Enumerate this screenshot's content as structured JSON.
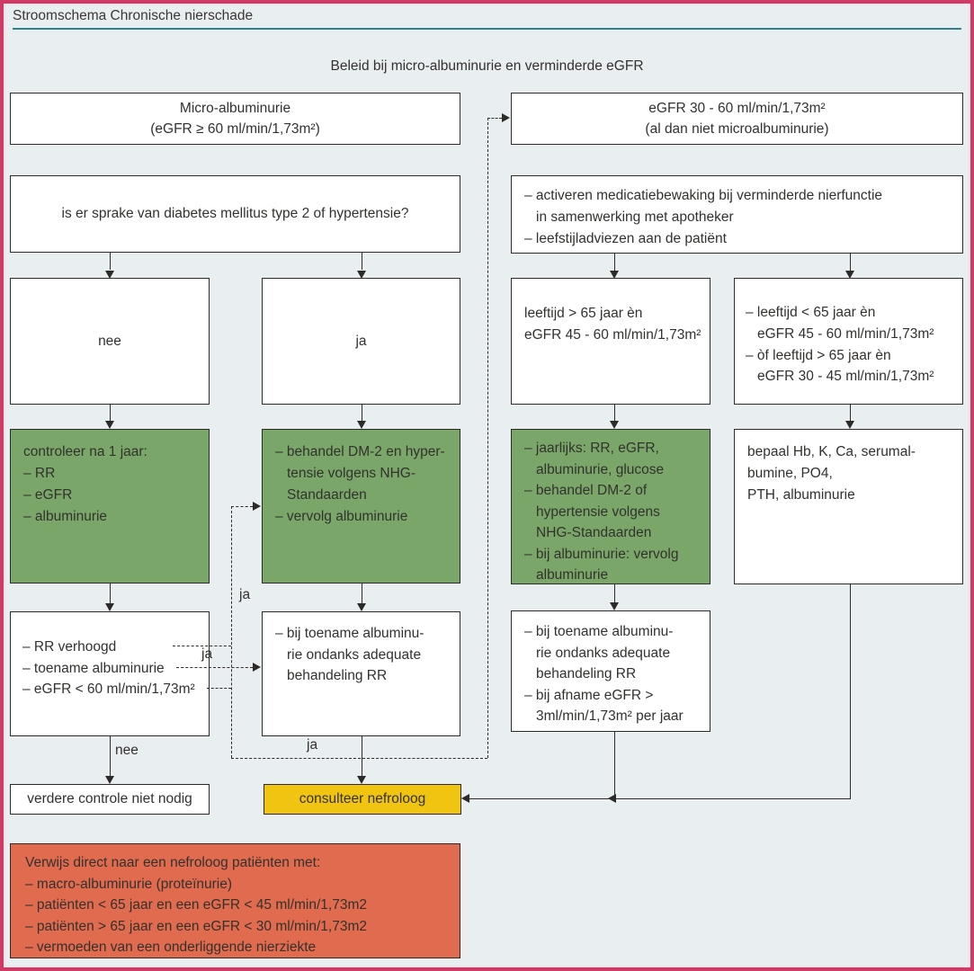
{
  "page": {
    "header_title": "Stroomschema Chronische nierschade",
    "chart_title": "Beleid bij micro-albuminurie en verminderde eGFR"
  },
  "labels": {
    "ja_vervolg": "ja",
    "ja_toename": "ja",
    "ja_egfr": "ja",
    "nee_controle": "nee"
  },
  "left": {
    "header": {
      "l1": "Micro-albuminurie",
      "l2": "(eGFR ≥ 60 ml/min/1,73m²)"
    },
    "question": "is er sprake van diabetes mellitus type 2 of hypertensie?",
    "nee": "nee",
    "ja": "ja",
    "controleer": {
      "lines": [
        "controleer na 1 jaar:",
        "– RR",
        "– eGFR",
        "– albuminurie"
      ]
    },
    "behandel": {
      "lines": [
        "– behandel DM-2 en hyper-",
        "tensie volgens NHG-",
        "Standaarden",
        "– vervolg albuminurie"
      ]
    },
    "bevindingen": {
      "lines": [
        "– RR verhoogd",
        "– toename albuminurie",
        "– eGFR < 60 ml/min/1,73m²"
      ]
    },
    "toename": {
      "lines": [
        "– bij toename albuminu-",
        "rie ondanks adequate",
        "behandeling RR"
      ]
    },
    "verdere": "verdere controle niet nodig",
    "consulteer": "consulteer nefroloog",
    "verwijs": {
      "lines": [
        "Verwijs direct naar een nefroloog patiënten met:",
        "– macro-albuminurie (proteïnurie)",
        "– patiënten < 65 jaar en een eGFR < 45 ml/min/1,73m2",
        "– patiënten > 65 jaar en een eGFR < 30 ml/min/1,73m2",
        "– vermoeden van een onderliggende nierziekte"
      ]
    }
  },
  "right": {
    "header": {
      "l1": "eGFR 30 - 60 ml/min/1,73m²",
      "l2": "(al dan niet microalbuminurie)"
    },
    "maatregelen": {
      "lines": [
        "– activeren medicatiebewaking bij verminderde nierfunctie",
        "in samenwerking met apotheker",
        "– leefstijladviezen aan de patiënt"
      ]
    },
    "cond_65plus": {
      "lines": [
        "leeftijd > 65 jaar èn",
        "eGFR 45 - 60 ml/min/1,73m²"
      ]
    },
    "cond_overig": {
      "lines": [
        "– leeftijd < 65 jaar èn",
        "eGFR 45 - 60 ml/min/1,73m²",
        "– òf leeftijd > 65 jaar èn",
        "eGFR 30 - 45 ml/min/1,73m²"
      ]
    },
    "jaarlijks": {
      "lines": [
        "– jaarlijks: RR, eGFR,",
        "albuminurie, glucose",
        "– behandel DM-2 of",
        "hypertensie volgens",
        "NHG-Standaarden",
        "– bij albuminurie: vervolg",
        "albuminurie"
      ]
    },
    "bepaal": {
      "lines": [
        "bepaal Hb, K, Ca, serumal-",
        "bumine, PO4,",
        "PTH, albuminurie"
      ]
    },
    "toename": {
      "lines": [
        "– bij toename albuminu-",
        "rie ondanks adequate",
        "behandeling RR",
        "– bij afname eGFR >",
        "3ml/min/1,73m² per jaar"
      ]
    }
  },
  "colors": {
    "background": "#e9eef1",
    "frame": "#cd3c64",
    "rule_teal": "#2d8193",
    "green": "#7aa769",
    "yellow": "#f0c411",
    "orange": "#e06b4e",
    "ink": "#2c2b28"
  }
}
